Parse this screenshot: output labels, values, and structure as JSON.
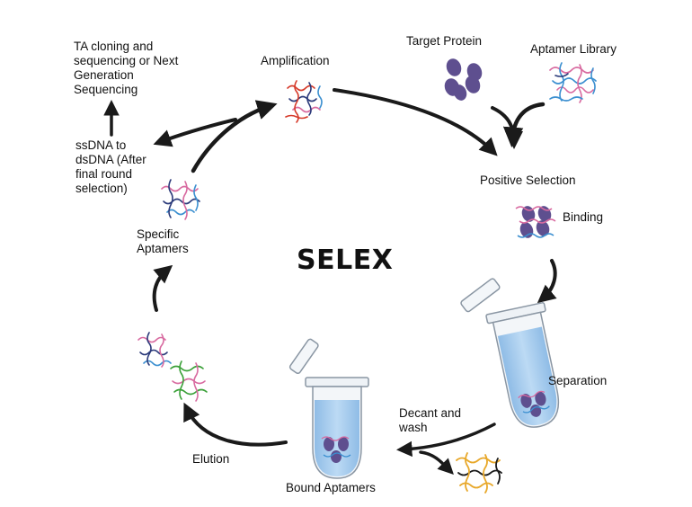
{
  "title": "SELEX",
  "labels": {
    "ta_cloning": [
      "TA cloning and",
      "sequencing or Next",
      "Generation",
      "Sequencing"
    ],
    "amplification": "Amplification",
    "target_protein": "Target Protein",
    "aptamer_library": "Aptamer Library",
    "ssdna": [
      "ssDNA to",
      "dsDNA (After",
      "final round",
      "selection)"
    ],
    "positive_selection": "Positive Selection",
    "binding": "Binding",
    "specific_aptamers": [
      "Specific",
      "Aptamers"
    ],
    "separation": "Separation",
    "decant_wash": [
      "Decant and",
      "wash"
    ],
    "elution": "Elution",
    "bound_aptamers": "Bound Aptamers"
  },
  "colors": {
    "arrow": "#1a1a1a",
    "protein": "#5e4f8f",
    "strand_pink": "#d86aa0",
    "strand_blue": "#3b8fd0",
    "strand_navy": "#2b3a7a",
    "strand_red": "#d63a2a",
    "strand_green": "#3aa038",
    "strand_yellow": "#e8a82a",
    "tube_liquid": "#a9cdee",
    "tube_glass": "#f3f6f9"
  }
}
